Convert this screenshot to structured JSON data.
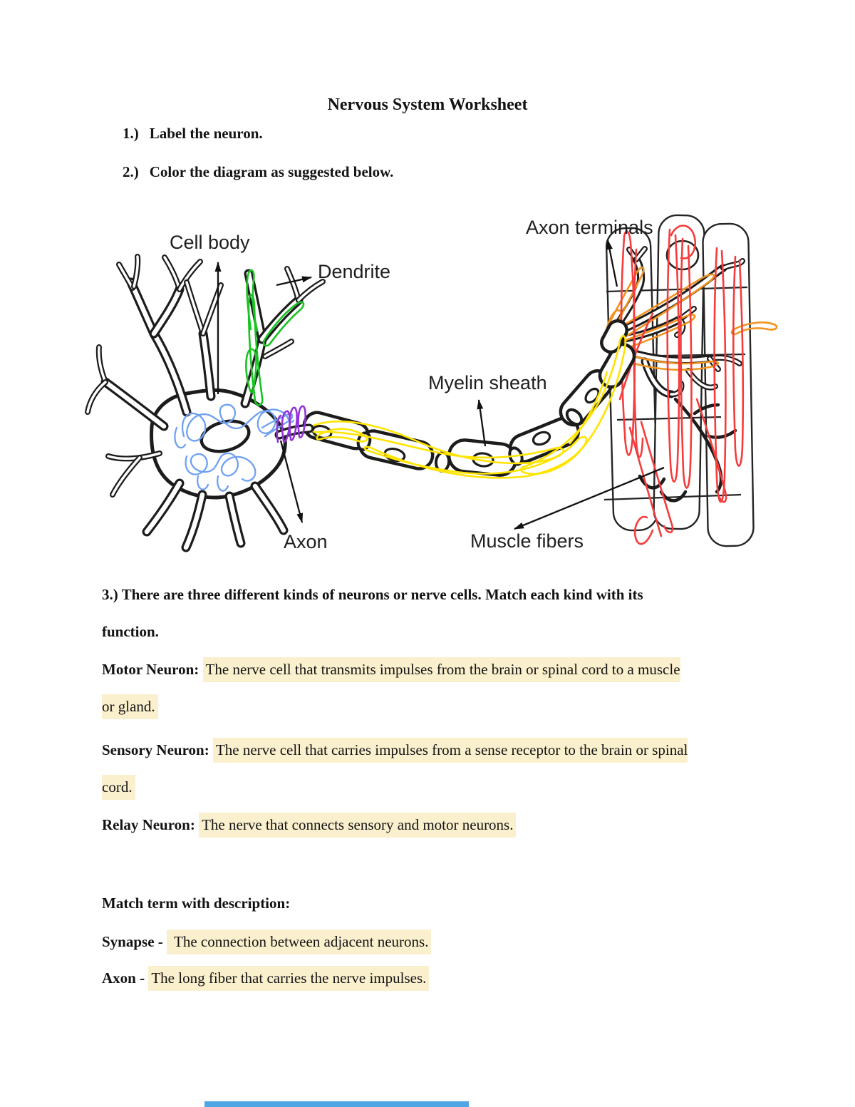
{
  "doc": {
    "title": "Nervous System Worksheet",
    "item1_num": "1.)",
    "item1_text": "Label the neuron.",
    "item2_num": "2.)",
    "item2_text": "Color the diagram as suggested below.",
    "q3_line1": "3.) There are three different kinds of neurons or nerve cells. Match each kind with its",
    "q3_line2": "function.",
    "motor_term": "Motor Neuron:",
    "motor_def1": "The nerve cell that transmits impulses from the brain or spinal cord to a muscle",
    "motor_def2": "or gland.",
    "sensory_term": "Sensory Neuron:",
    "sensory_def1": "The nerve cell that carries impulses from a sense receptor to the brain or spinal",
    "sensory_def2": "cord.",
    "relay_term": "Relay Neuron:",
    "relay_def": "The nerve that connects sensory and motor neurons.",
    "match_heading": "Match term with description:",
    "synapse_term": "Synapse -",
    "synapse_def": "The connection between adjacent neurons.",
    "axon_term": "Axon -",
    "axon_def": "The long fiber that carries the nerve impulses."
  },
  "diagram": {
    "labels": {
      "cell_body": "Cell body",
      "dendrite": "Dendrite",
      "axon_terminals": "Axon terminals",
      "myelin_sheath": "Myelin sheath",
      "axon": "Axon",
      "muscle_fibers": "Muscle fibers"
    },
    "colors": {
      "outline": "#1c1c1c",
      "dendrite_scribble_green": "#17c422",
      "cell_body_scribble_blue": "#6fa0f2",
      "axon_hillock_scribble_purple": "#9232d8",
      "myelin_scribble_yellow": "#ffe400",
      "terminals_scribble_orange": "#f0931f",
      "muscle_scribble_red": "#f63c3c",
      "answer_highlight": "#FBF0CE",
      "bottom_partial_highlight_bar": "#4EA6E4"
    }
  }
}
